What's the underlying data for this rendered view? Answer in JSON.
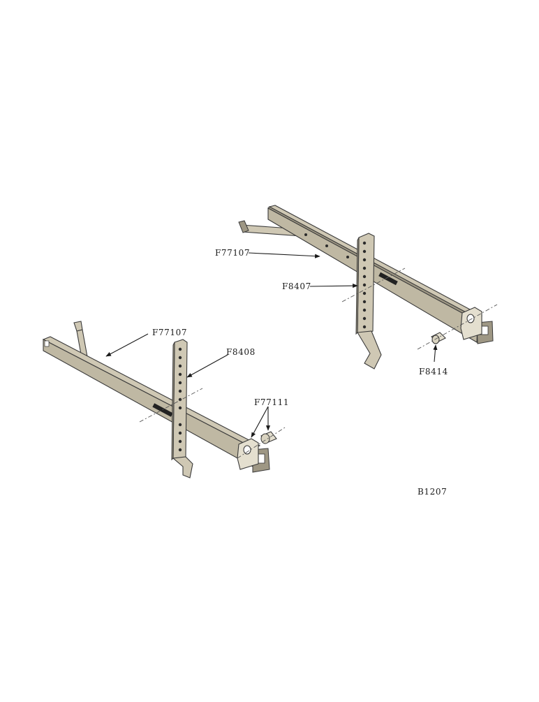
{
  "labels": {
    "upper_beam": "F77107",
    "upper_shank": "F8407",
    "upper_bushing": "F8414",
    "lower_beam": "F77107",
    "lower_shank": "F8408",
    "lower_bushing": "F77111",
    "drawing_number": "B1207"
  }
}
